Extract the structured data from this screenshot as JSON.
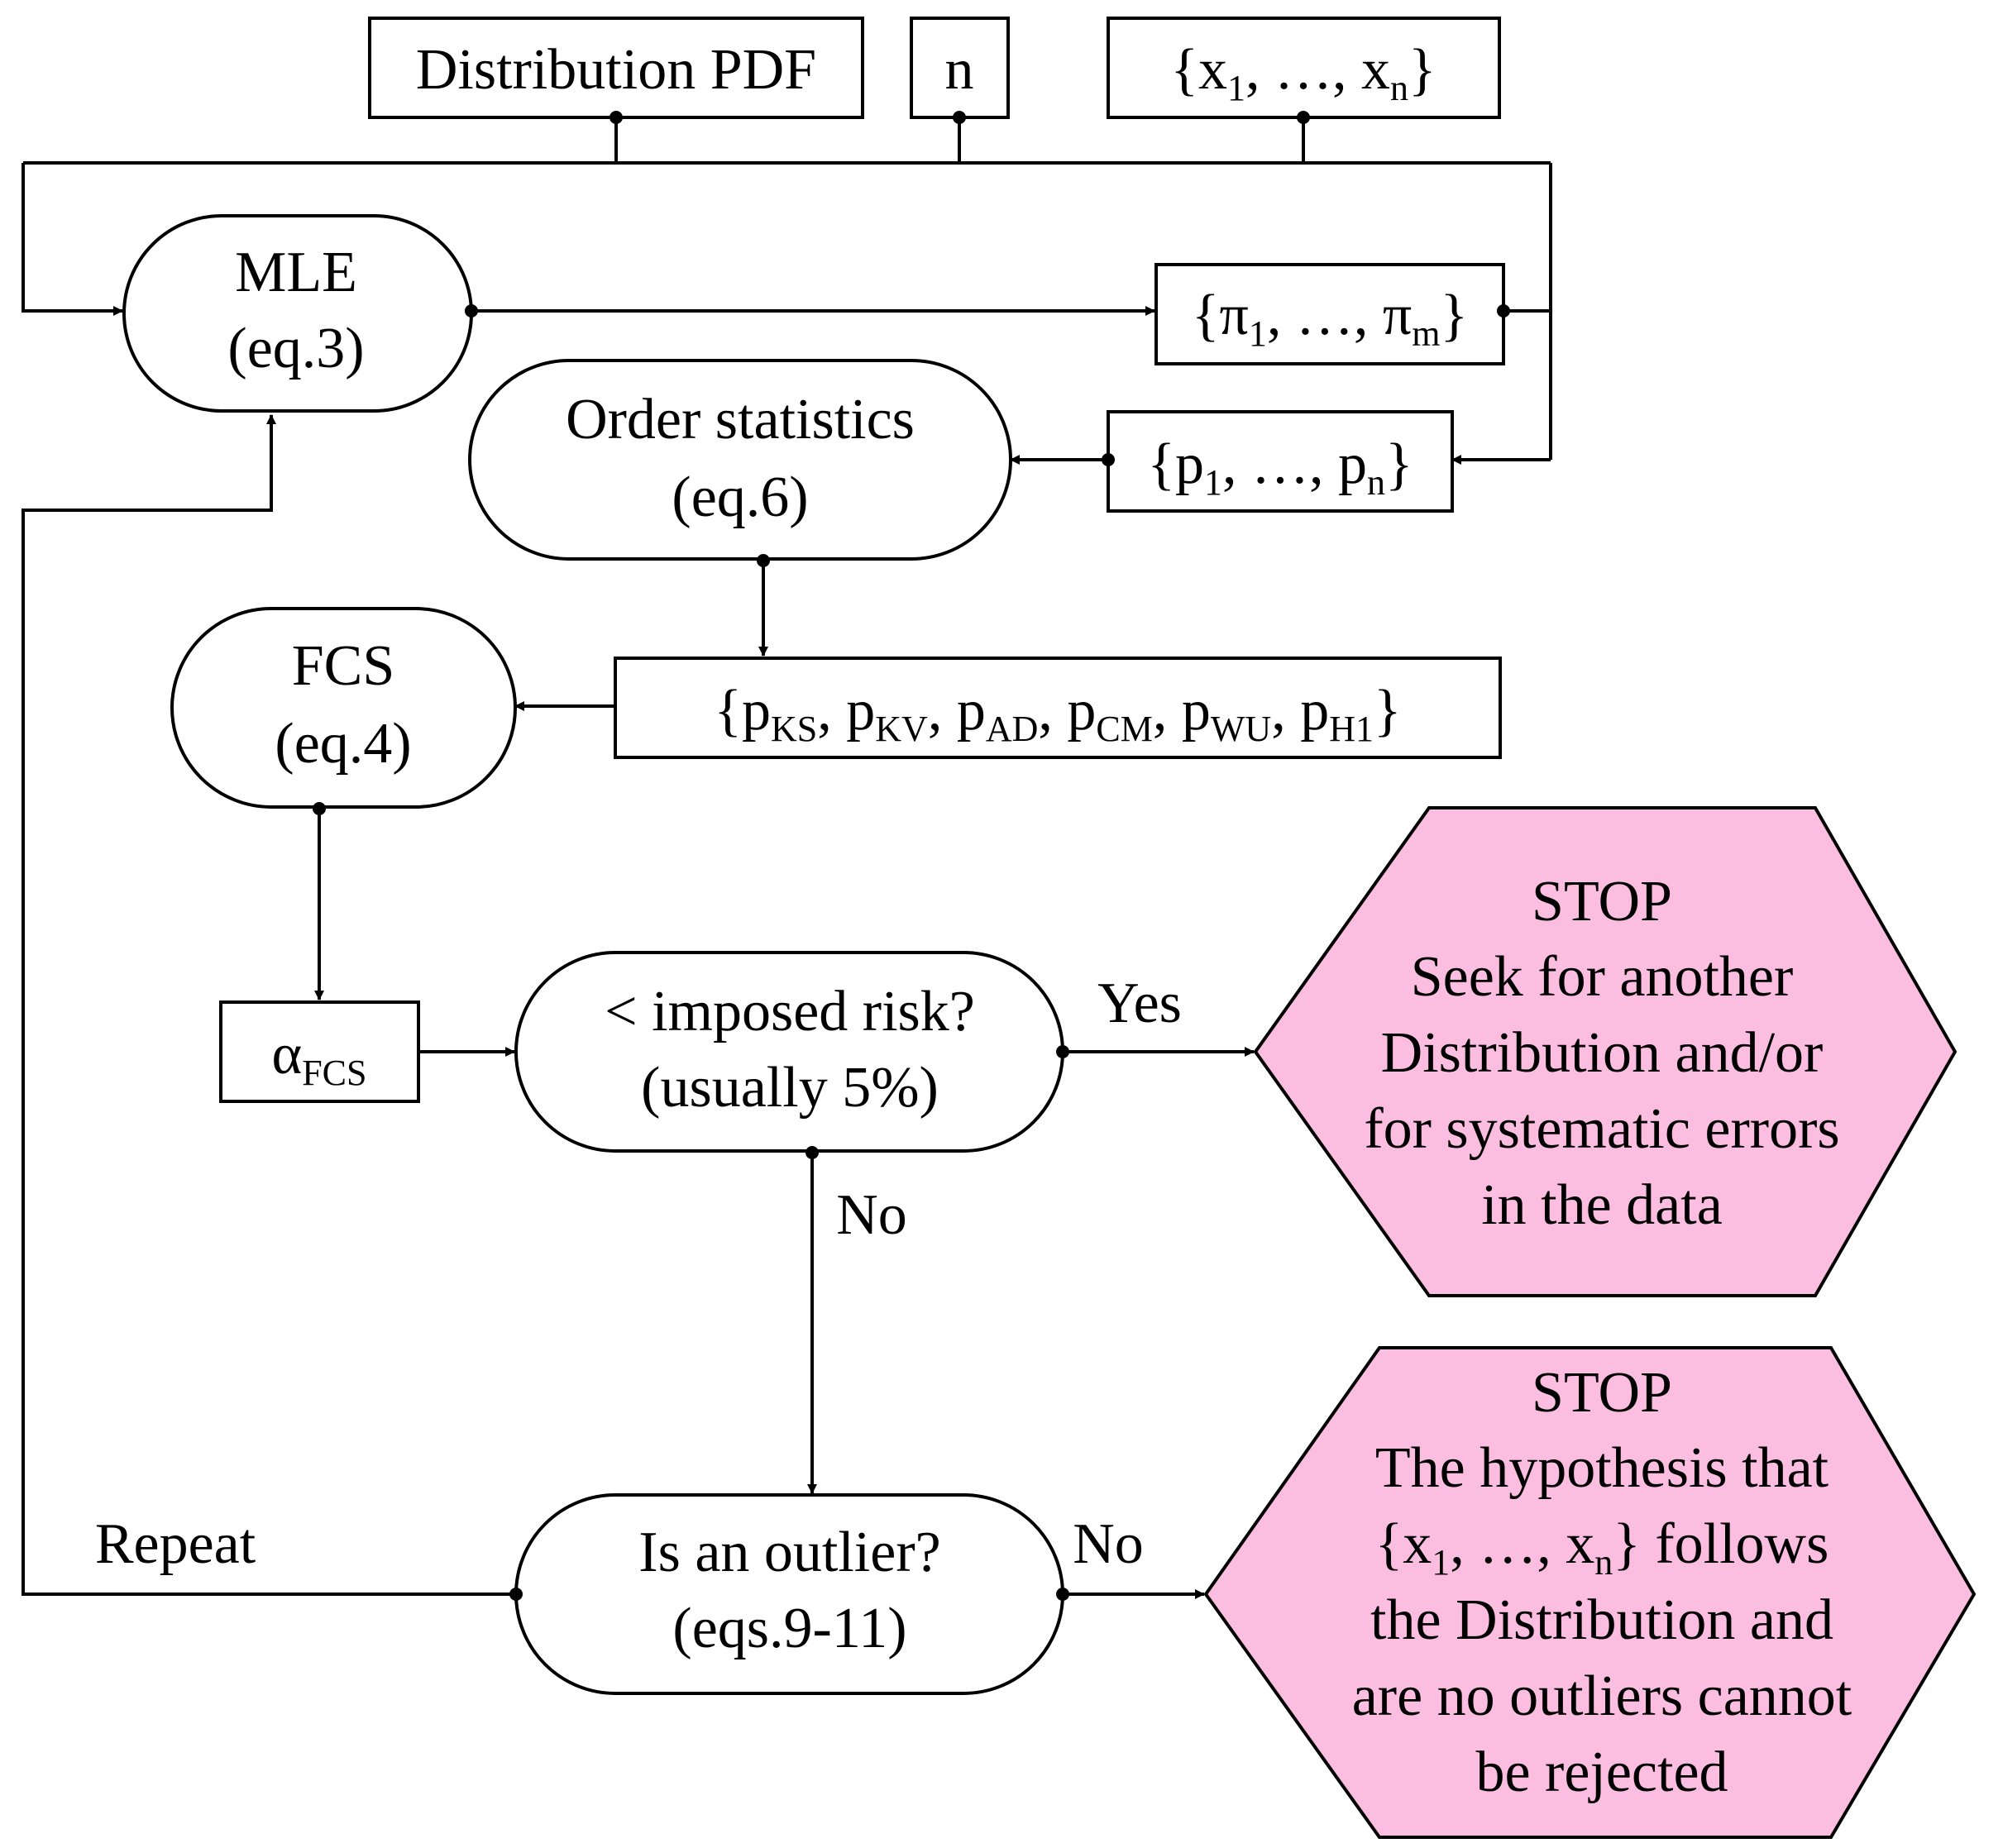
{
  "inputs": {
    "pdf": "Distribution PDF",
    "n": "n",
    "sample": {
      "open": "{x",
      "sub1": "1",
      "mid": ", …, x",
      "subn": "n",
      "close": "}"
    }
  },
  "mle": {
    "line1": "MLE",
    "line2": "(eq.3)"
  },
  "params": {
    "open": "{π",
    "sub1": "1",
    "mid": ", …, π",
    "subm": "m",
    "close": "}"
  },
  "order_stats": {
    "line1": "Order statistics",
    "line2": "(eq.6)"
  },
  "probs": {
    "open": "{p",
    "sub1": "1",
    "mid": ", …, p",
    "subn": "n",
    "close": "}"
  },
  "stats": {
    "items": [
      {
        "p": "{p",
        "sub": "KS"
      },
      {
        "p": ", p",
        "sub": "KV"
      },
      {
        "p": ", p",
        "sub": "AD"
      },
      {
        "p": ", p",
        "sub": "CM"
      },
      {
        "p": ", p",
        "sub": "WU"
      },
      {
        "p": ", p",
        "sub": "H1"
      }
    ],
    "close": "}"
  },
  "fcs": {
    "line1": "FCS",
    "line2": "(eq.4)"
  },
  "alpha": {
    "symbol": "α",
    "sub": "FCS"
  },
  "risk": {
    "line1": "< imposed risk?",
    "line2": "(usually 5%)"
  },
  "labels": {
    "yes": "Yes",
    "no_down": "No",
    "no_right": "No",
    "repeat": "Repeat"
  },
  "stop1": {
    "lines": [
      "STOP",
      "Seek for another",
      "Distribution and/or",
      "for systematic errors",
      "in the data"
    ]
  },
  "outlier": {
    "line1": "Is an outlier?",
    "line2": "(eqs.9-11)"
  },
  "stop2": {
    "line1": "STOP",
    "line2": "The hypothesis that",
    "line3": {
      "open": "{x",
      "sub1": "1",
      "mid": ", …, x",
      "subn": "n",
      "close": "} follows"
    },
    "line4": "the Distribution and",
    "line5": "are no outliers cannot",
    "line6": "be rejected"
  },
  "colors": {
    "stop_fill": "#fbbde0",
    "stroke": "#000000",
    "background": "#ffffff"
  }
}
